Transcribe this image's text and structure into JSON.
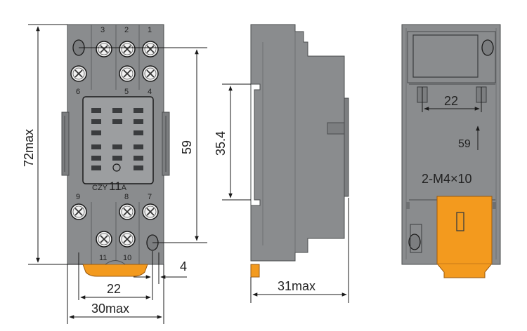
{
  "colors": {
    "body_gray": "#8a8c8e",
    "body_dark": "#5e6062",
    "accent_orange": "#f39a1e",
    "line": "#1a1a1a"
  },
  "front_view": {
    "top_terminals": [
      "3",
      "2",
      "1"
    ],
    "middle_terminals": [
      "6",
      "5",
      "4"
    ],
    "lower_terminals": [
      "9",
      "8",
      "7"
    ],
    "bottom_terminals": [
      "11",
      "10"
    ],
    "model_prefix": "CZY",
    "model_number": "11",
    "model_suffix": "A"
  },
  "dimensions": {
    "height_total": "72max",
    "hole_pitch": "59",
    "width_total": "30max",
    "pin_spacing": "22",
    "offset": "4"
  },
  "side_view": {
    "rail_height": "35.4",
    "depth": "31max"
  },
  "back_view": {
    "width_label": "22",
    "pitch_label": "59",
    "screw_label": "2-M4×10"
  }
}
